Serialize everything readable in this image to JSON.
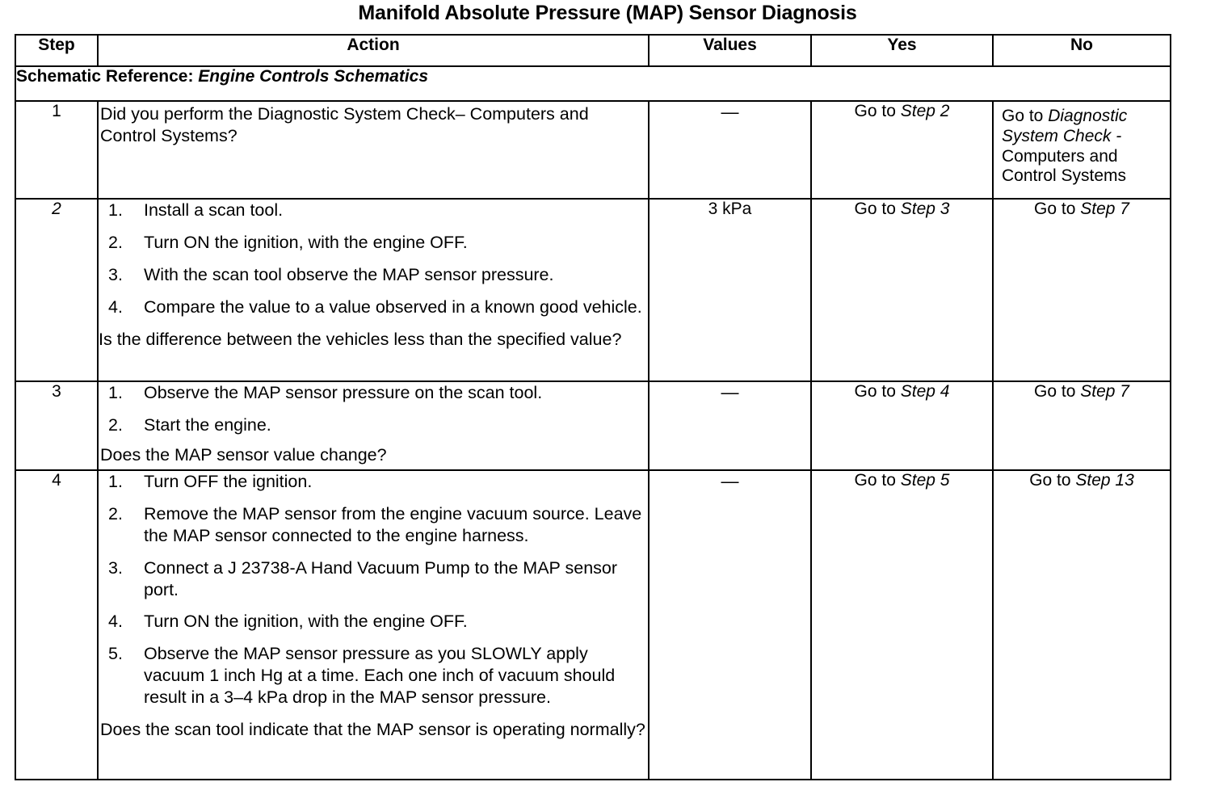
{
  "document": {
    "title": "Manifold Absolute Pressure (MAP) Sensor Diagnosis"
  },
  "table": {
    "headers": {
      "step": "Step",
      "action": "Action",
      "values": "Values",
      "yes": "Yes",
      "no": "No"
    },
    "schematic_reference": {
      "label": "Schematic Reference:",
      "value": "Engine Controls Schematics"
    },
    "rows": [
      {
        "step": "1",
        "step_italic": false,
        "action": {
          "list": [],
          "question": "Did you perform the Diagnostic System Check– Computers and Control Systems?"
        },
        "values": "—",
        "yes": {
          "prefix": "Go to ",
          "italic": "Step 2",
          "suffix": ""
        },
        "no": {
          "prefix": "Go to ",
          "italic": "Diagnostic System Check -",
          "suffix": " Computers and Control Systems"
        }
      },
      {
        "step": "2",
        "step_italic": true,
        "action": {
          "list": [
            "Install a scan tool.",
            "Turn ON the ignition, with the engine OFF.",
            "With the scan tool observe the MAP sensor pressure.",
            "Compare the value to a value observed in a known good vehicle."
          ],
          "question": "Is the difference between the vehicles less than the specified value?"
        },
        "values": "3 kPa",
        "yes": {
          "prefix": "Go to ",
          "italic": "Step 3",
          "suffix": ""
        },
        "no": {
          "prefix": "Go to ",
          "italic": "Step 7",
          "suffix": ""
        }
      },
      {
        "step": "3",
        "step_italic": false,
        "action": {
          "list": [
            "Observe the MAP sensor pressure on the scan tool.",
            "Start the engine."
          ],
          "question": "Does the MAP sensor value change?"
        },
        "values": "—",
        "yes": {
          "prefix": "Go to ",
          "italic": "Step 4",
          "suffix": ""
        },
        "no": {
          "prefix": "Go to ",
          "italic": "Step 7",
          "suffix": ""
        }
      },
      {
        "step": "4",
        "step_italic": false,
        "action": {
          "list": [
            "Turn OFF the ignition.",
            "Remove the MAP sensor from the engine vacuum source. Leave the MAP sensor connected to the engine harness.",
            "Connect a J 23738-A Hand Vacuum Pump to the MAP sensor port.",
            "Turn ON the ignition, with the engine OFF.",
            "Observe the MAP sensor pressure as you SLOWLY apply vacuum 1 inch Hg at a time. Each one inch of vacuum should result in a 3–4 kPa drop in the MAP sensor pressure."
          ],
          "list_italic_fragments": {
            "2": "J 23738-A"
          },
          "question": "Does the scan tool indicate that the MAP sensor is operating normally?"
        },
        "values": "—",
        "yes": {
          "prefix": "Go to ",
          "italic": "Step 5",
          "suffix": ""
        },
        "no": {
          "prefix": "Go to ",
          "italic": "Step 13",
          "suffix": ""
        }
      }
    ]
  },
  "colors": {
    "ink": "#000000",
    "paper": "#ffffff"
  }
}
